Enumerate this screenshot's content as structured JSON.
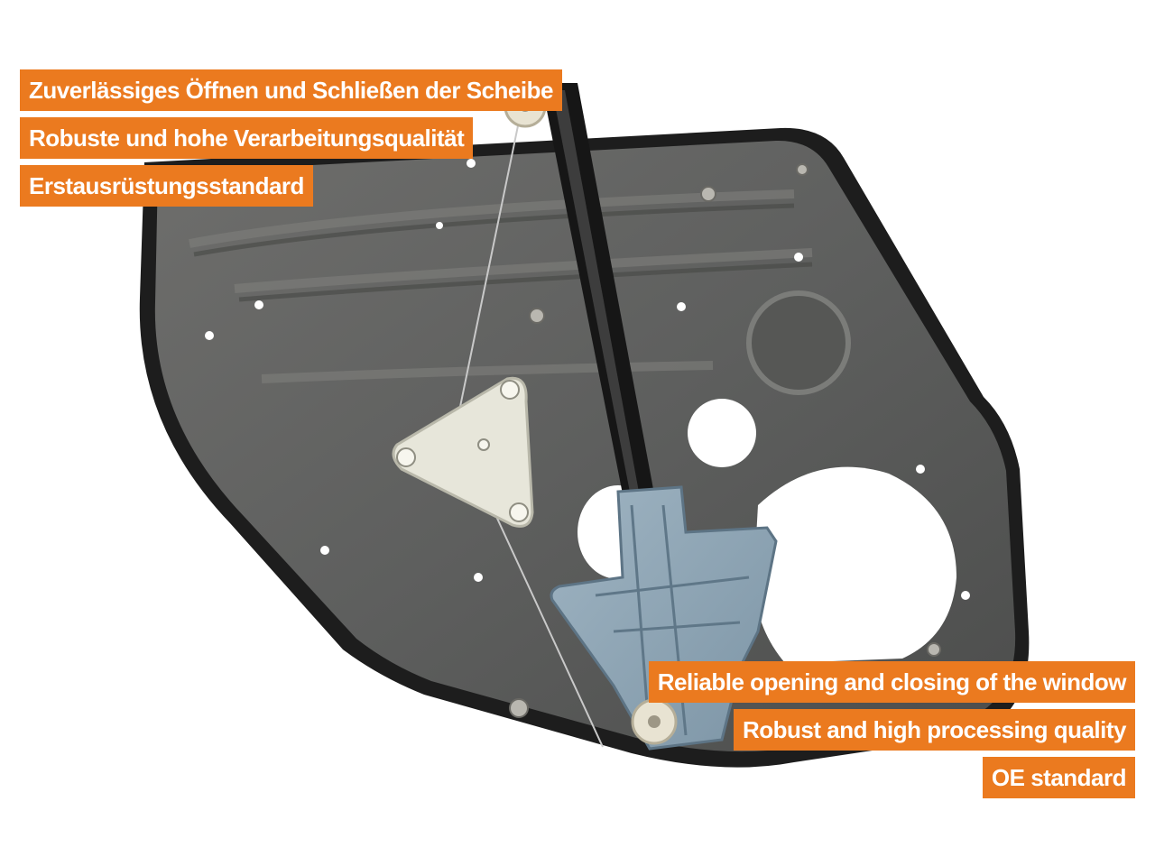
{
  "accent_color": "#EB7A1F",
  "labels_de": [
    "Zuverlässiges Öffnen und Schließen der Scheibe",
    "Robuste und hohe Verarbeitungsqualität",
    "Erstausrüstungsstandard"
  ],
  "labels_en": [
    "Reliable opening and closing of the window",
    "Robust and high processing quality",
    "OE standard"
  ]
}
